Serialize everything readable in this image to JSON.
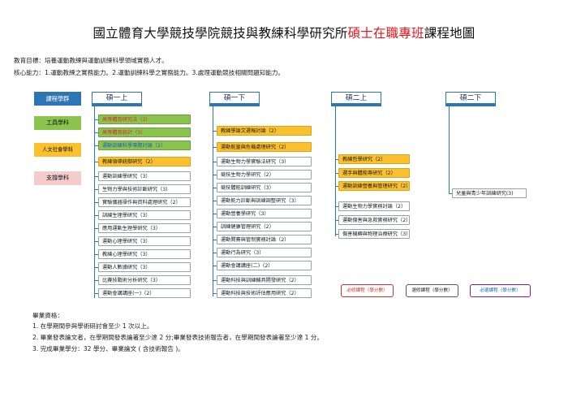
{
  "title": {
    "prefix": "國立體育大學競技學院競技與教練科學研究所",
    "highlight": "碩士在職專班",
    "suffix": "課程地圖"
  },
  "goals": {
    "objective": "教育目標：培養運動教練與運動訓練科學領域實務人才。",
    "competence": "核心能力：1.運動教練之實務能力。2.運動訓練科學之實務能力。3.處理運動競技相關問題知能力。"
  },
  "categories": {
    "header": "課程學群",
    "tool": "工具學科",
    "humanities": "人文社會學科",
    "support": "支撐學科"
  },
  "semesters": [
    "碩一上",
    "碩一下",
    "碩二上",
    "碩二下"
  ],
  "courses": {
    "y1s1": [
      {
        "name": "高等體育研究法（3）",
        "kind": "tool",
        "color": "red"
      },
      {
        "name": "高等體育統計（3）",
        "kind": "tool",
        "color": "red"
      },
      {
        "name": "運動訓練科學專題討論（2）",
        "kind": "tool",
        "color": "blue"
      },
      {
        "name": "教練領導統御研究（2）",
        "kind": "hum",
        "color": "dark"
      },
      {
        "name": "運動訓練學研究（3）",
        "kind": "sup",
        "color": "dark"
      },
      {
        "name": "生物力學與技術診斷研究（3）",
        "kind": "sup",
        "color": "dark"
      },
      {
        "name": "實驗儀器操作與資料處理研究（2）",
        "kind": "sup",
        "color": "dark"
      },
      {
        "name": "訓練生理學研究（3）",
        "kind": "sup",
        "color": "dark"
      },
      {
        "name": "應用運動生理學研究（3）",
        "kind": "sup",
        "color": "dark"
      },
      {
        "name": "運動心理學研究（3）",
        "kind": "sup",
        "color": "dark"
      },
      {
        "name": "教練心理學研究（3）",
        "kind": "sup",
        "color": "dark"
      },
      {
        "name": "運動人數據研究（3）",
        "kind": "sup",
        "color": "dark"
      },
      {
        "name": "比賽技戰術分析研究（3）",
        "kind": "sup",
        "color": "dark"
      },
      {
        "name": "運動會講講座(一)（2）",
        "kind": "sup",
        "color": "dark"
      }
    ],
    "y1s2": [
      {
        "name": "教練學論文選報討論（2）",
        "kind": "hum",
        "color": "dark"
      },
      {
        "name": "運動能量與危機處理研究（2）",
        "kind": "hum",
        "color": "dark"
      },
      {
        "name": "運動生物力學實驗法研究（3）",
        "kind": "sup",
        "color": "dark"
      },
      {
        "name": "競技生物力學研究（2）",
        "kind": "sup",
        "color": "dark"
      },
      {
        "name": "競技體能訓練研究（3）",
        "kind": "sup",
        "color": "dark"
      },
      {
        "name": "運動能力診斷與訓練調整研究（3）",
        "kind": "sup",
        "color": "dark"
      },
      {
        "name": "運動營養學研究（3）",
        "kind": "sup",
        "color": "dark"
      },
      {
        "name": "訓練健康管理研究（2）",
        "kind": "sup",
        "color": "dark"
      },
      {
        "name": "運動開賽與管制實務討論（2）",
        "kind": "sup",
        "color": "dark"
      },
      {
        "name": "運動行為研究（3）",
        "kind": "sup",
        "color": "dark"
      },
      {
        "name": "運動會講講座(二)（2）",
        "kind": "sup",
        "color": "dark"
      },
      {
        "name": "運動科技與訓練輔具開發研究（2）",
        "kind": "sup",
        "color": "dark"
      },
      {
        "name": "運動科技與技術評估應用研究（2）",
        "kind": "sup",
        "color": "dark"
      }
    ],
    "y2s1": [
      {
        "name": "教練哲學研究（2）",
        "kind": "hum",
        "color": "dark"
      },
      {
        "name": "選手與體能專研究（2）",
        "kind": "hum",
        "color": "dark"
      },
      {
        "name": "運動訓練營養與管理研究（2）",
        "kind": "hum",
        "color": "dark"
      },
      {
        "name": "運動生物力學實務討論（2）",
        "kind": "sup",
        "color": "dark"
      },
      {
        "name": "運動傷害與急救實務研究（2）",
        "kind": "sup",
        "color": "dark"
      },
      {
        "name": "傷害機轉與物理治療研究（3）",
        "kind": "sup",
        "color": "dark"
      }
    ],
    "y2s2": [
      {
        "name": "兒童與青少年訓練研究(3)",
        "kind": "sup",
        "color": "dark"
      }
    ]
  },
  "legend": {
    "required": "必修課程（學分數）",
    "selective": "選修課程（學分數）",
    "choice": "必選課程（學分數）"
  },
  "graduation": {
    "heading": "畢業資格：",
    "items": [
      "1. 在學期間參與學術研討會至少 1 次以上。",
      "2. 畢業發表論文者，在學期間發表論著至少達 2 分;畢業發表技術報告者，在學期間發表論著至少達 1 分。",
      "3. 完成畢業學分：32 學分、畢業論文 ( 含技術報告 )。"
    ]
  }
}
